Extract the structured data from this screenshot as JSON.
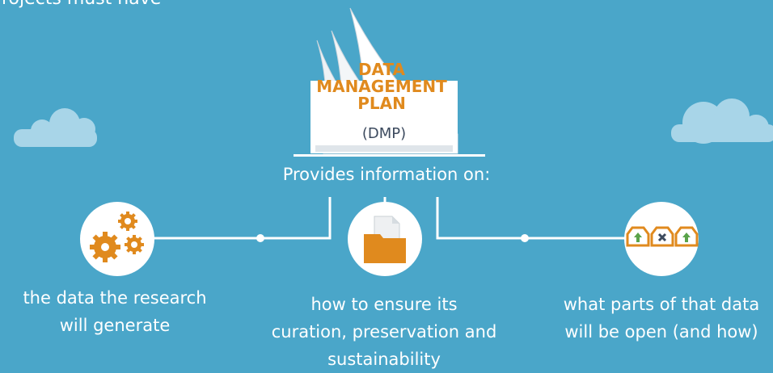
{
  "header": {
    "cut_text": "rojects must have"
  },
  "document": {
    "title_lines": [
      "DATA",
      "MANAGEMENT",
      "PLAN"
    ],
    "abbreviation": "(DMP)"
  },
  "intro": "Provides information on:",
  "items": [
    {
      "icon": "gears-icon",
      "lines": [
        "the data the research",
        "will generate"
      ]
    },
    {
      "icon": "folder-icon",
      "lines": [
        "how to ensure its",
        "curation, preservation and",
        "sustainability"
      ]
    },
    {
      "icon": "archive-boxes-icon",
      "lines": [
        "what parts of that data",
        "will be open (and how)"
      ]
    }
  ],
  "colors": {
    "background": "#4aa6c9",
    "accent_orange": "#e08a1e",
    "white": "#ffffff",
    "cloud": "#a8d5e8"
  }
}
